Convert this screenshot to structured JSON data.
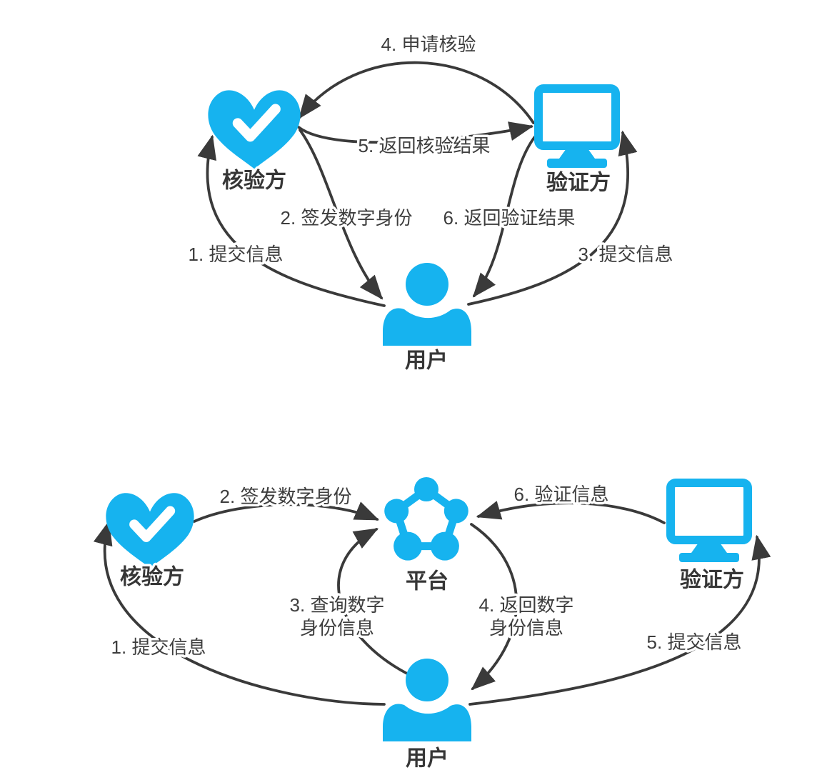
{
  "colors": {
    "icon_accent": "#16B3EF",
    "arrow_stroke": "#3A3A3A",
    "label_text": "#3D3D3D",
    "background": "#FFFFFF"
  },
  "icons": {
    "issuer": "heart-check-icon",
    "verifier": "monitor-icon",
    "user": "person-icon",
    "platform": "network-pentagon-icon"
  },
  "top_diagram": {
    "nodes": {
      "issuer": {
        "label": "核验方"
      },
      "verifier": {
        "label": "验证方"
      },
      "user": {
        "label": "用户"
      }
    },
    "flows": {
      "f1": "1. 提交信息",
      "f2": "2. 签发数字身份",
      "f3": "3. 提交信息",
      "f4": "4. 申请核验",
      "f5": "5. 返回核验结果",
      "f6": "6. 返回验证结果"
    }
  },
  "bottom_diagram": {
    "nodes": {
      "issuer": {
        "label": "核验方"
      },
      "platform": {
        "label": "平台"
      },
      "verifier": {
        "label": "验证方"
      },
      "user": {
        "label": "用户"
      }
    },
    "flows": {
      "f1": "1. 提交信息",
      "f2": "2. 签发数字身份",
      "f3_line1": "3. 查询数字",
      "f3_line2": "身份信息",
      "f4_line1": "4. 返回数字",
      "f4_line2": "身份信息",
      "f5": "5. 提交信息",
      "f6": "6. 验证信息"
    }
  }
}
